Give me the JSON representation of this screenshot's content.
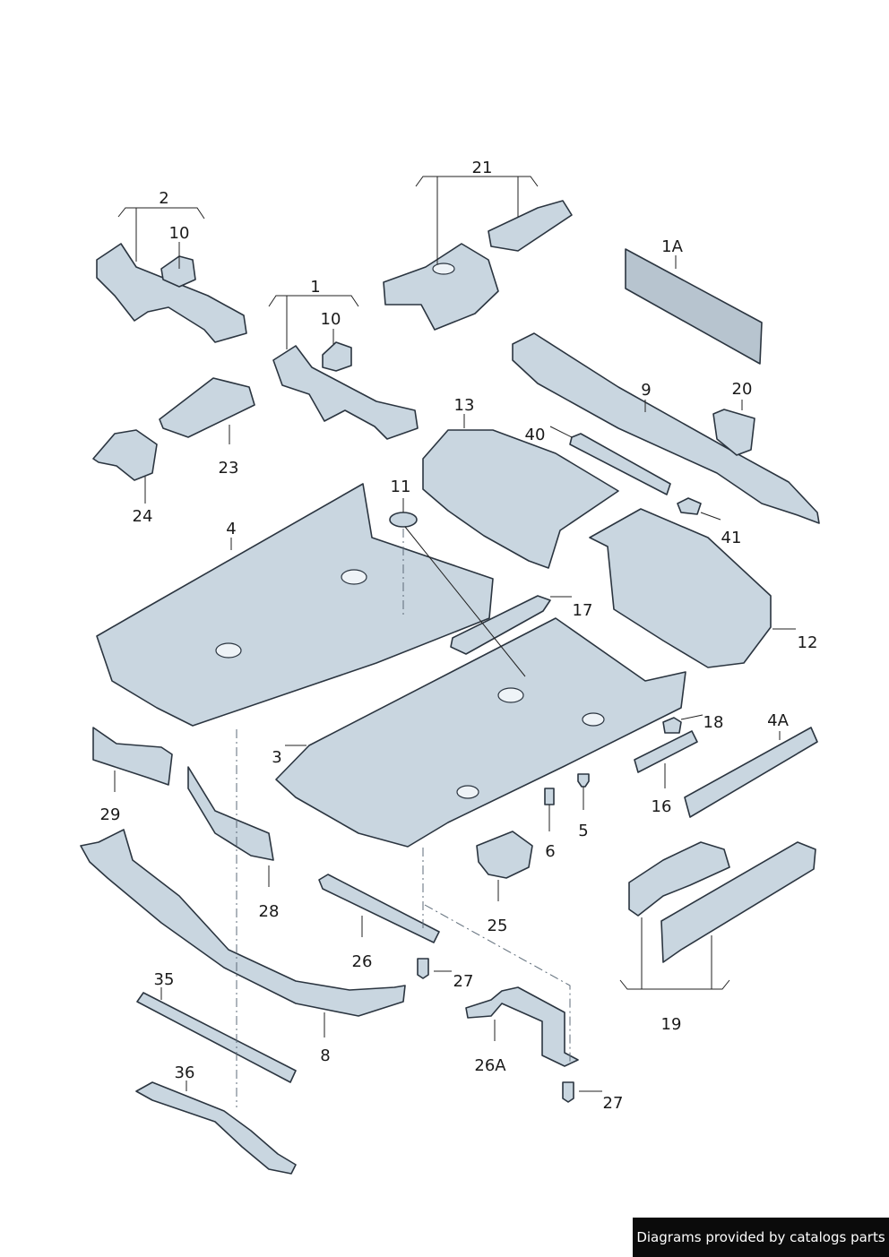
{
  "labels": [
    "2",
    "10",
    "1",
    "10",
    "21",
    "1A",
    "9",
    "20",
    "23",
    "24",
    "13",
    "40",
    "11",
    "4",
    "41",
    "17",
    "12",
    "18",
    "4A",
    "3",
    "16",
    "29",
    "6",
    "5",
    "28",
    "25",
    "26",
    "27",
    "35",
    "8",
    "26A",
    "19",
    "36",
    "27"
  ],
  "footer": {
    "text": "Diagrams provided by catalogs parts"
  },
  "colors": {
    "part_fill": "#c9d6e0",
    "part_dark": "#8ca0b1",
    "part_stroke": "#2b3540",
    "line": "#222222",
    "footer_bg": "#0b0b0b"
  }
}
